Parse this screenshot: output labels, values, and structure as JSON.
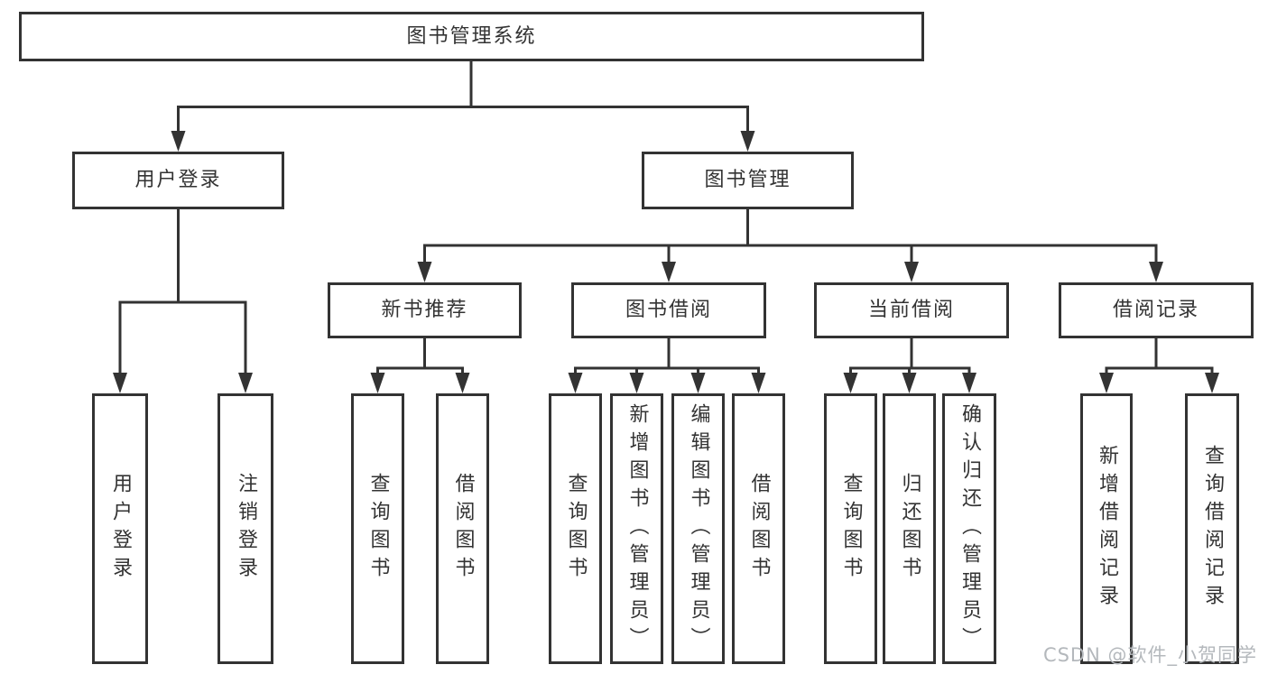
{
  "tree": {
    "label": "图书管理系统",
    "children": [
      {
        "label": "用户登录",
        "children": [
          {
            "label": "用户登录"
          },
          {
            "label": "注销登录"
          }
        ]
      },
      {
        "label": "图书管理",
        "children": [
          {
            "label": "新书推荐",
            "children": [
              {
                "label": "查询图书"
              },
              {
                "label": "借阅图书"
              }
            ]
          },
          {
            "label": "图书借阅",
            "children": [
              {
                "label": "查询图书"
              },
              {
                "label": "新增图书（管理员）"
              },
              {
                "label": "编辑图书（管理员）"
              },
              {
                "label": "借阅图书"
              }
            ]
          },
          {
            "label": "当前借阅",
            "children": [
              {
                "label": "查询图书"
              },
              {
                "label": "归还图书"
              },
              {
                "label": "确认归还（管理员）"
              }
            ]
          },
          {
            "label": "借阅记录",
            "children": [
              {
                "label": "新增借阅记录"
              },
              {
                "label": "查询借阅记录"
              }
            ]
          }
        ]
      }
    ]
  },
  "watermark": {
    "text": "CSDN @软件_小贺同学"
  },
  "colors": {
    "line": "#333333",
    "text": "#333333",
    "watermark": "#b4b8bc",
    "background": "#ffffff"
  }
}
